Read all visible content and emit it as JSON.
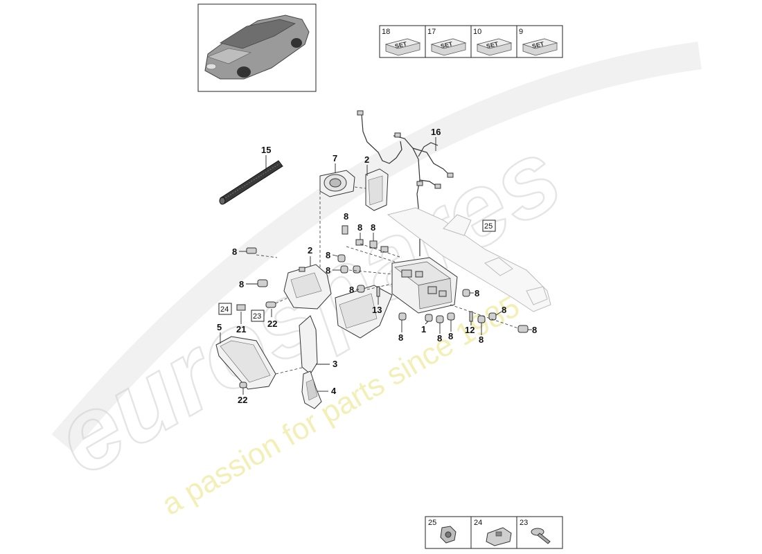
{
  "watermark": {
    "brand": "eurospares",
    "tagline": "a passion for parts since 1985"
  },
  "set_boxes": [
    {
      "number": "18",
      "label": "SET"
    },
    {
      "number": "17",
      "label": "SET"
    },
    {
      "number": "10",
      "label": "SET"
    },
    {
      "number": "9",
      "label": "SET"
    }
  ],
  "fastener_boxes": [
    {
      "number": "25",
      "icon": "nut-icon"
    },
    {
      "number": "24",
      "icon": "clip-icon"
    },
    {
      "number": "23",
      "icon": "screw-icon"
    }
  ],
  "callouts": {
    "c15": "15",
    "c7": "7",
    "c2a": "2",
    "c16": "16",
    "c25": "25",
    "c8a": "8",
    "c8b": "8",
    "c8c": "8",
    "c8d": "8",
    "c2b": "2",
    "c8e": "8",
    "c8f": "8",
    "c8g": "8",
    "c13": "13",
    "c8h": "8",
    "c24": "24",
    "c21": "21",
    "c23": "23",
    "c22a": "22",
    "c5": "5",
    "c8i": "8",
    "c1": "1",
    "c8j": "8",
    "c8k": "8",
    "c12": "12",
    "c8l": "8",
    "c8m": "8",
    "c8n": "8",
    "c8o": "8",
    "c3": "3",
    "c4": "4",
    "c22b": "22"
  }
}
